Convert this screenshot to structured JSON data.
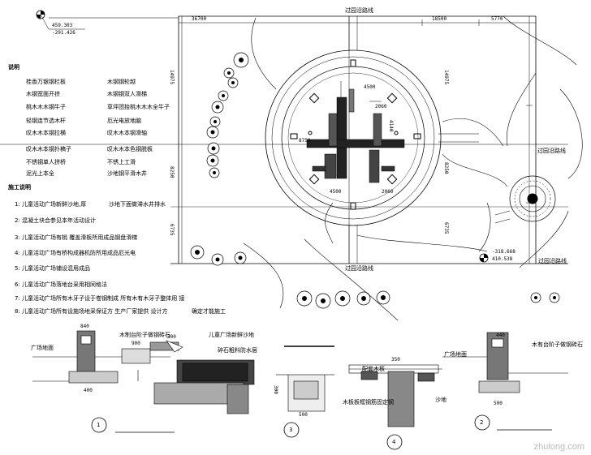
{
  "coords": {
    "top_left": {
      "x": "459.303",
      "y": "-291.426"
    },
    "bottom_right": {
      "x": "-318.668",
      "y": "410.538"
    }
  },
  "dimensions": {
    "top": [
      "36700",
      "18500",
      "5770"
    ],
    "right": [
      "14975",
      "8250",
      "6735"
    ],
    "inner": [
      "4500",
      "2060",
      "4140",
      "8750",
      "4500",
      "2060"
    ]
  },
  "labels": {
    "road_top": "过园沿路线",
    "road_right": "过园沿路线",
    "road_bottom_mid": "过园沿路线",
    "road_bottom_right": "过园沿路线"
  },
  "legend": {
    "title": "说明",
    "left": [
      "桂香万银钢栏板",
      "木钢宽面开挤",
      "桃木木木钢牛子",
      "轻钢连节选木杆",
      "叹木木本钢拉横",
      "叹木木本钢扑稿子",
      "不锈钢单人拼桥",
      "泥光上本全"
    ],
    "right": [
      "木钢钢轮越",
      "木钢钢双人滑梯",
      "草坪团抬桃木木木全牛子",
      "厄光电放地脑",
      "叹木木本钢滑轴",
      "叹木木本色钢脱板",
      "不锈上工滑",
      "沙地钢平滑木井"
    ]
  },
  "notes": {
    "title": "施工说明",
    "items": [
      {
        "n": "1:",
        "text": "儿童活动广场新鲜沙地,厚",
        "tail": "沙地下面做滞水井排水"
      },
      {
        "n": "2:",
        "text": "混凝土块合参见本年活动设计"
      },
      {
        "n": "3:",
        "text": "儿童活动广场有桃 覆盖滑板所用成品钢盘滑梯"
      },
      {
        "n": "4:",
        "text": "儿童活动广场有桥构成器机防所用成品厄光电"
      },
      {
        "n": "5:",
        "text": "儿童活动广场铺设混用成品"
      },
      {
        "n": "6:",
        "text": "儿童活动广场落地台采用相同格法"
      },
      {
        "n": "7:",
        "text": "儿童活动广场所有木牙子设于卷钢制成 所有木有木牙子整体用 接"
      },
      {
        "n": "8:",
        "text": "儿童活动广场所有设施场地采保证方 生产厂家提供 设计方",
        "tail": "确定才能施工"
      }
    ]
  },
  "sections": {
    "s1": {
      "num": "1",
      "dims": [
        "840",
        "900",
        "300",
        "400"
      ],
      "labels": [
        "广场地面",
        "木制台阶子做钢砖石",
        "儿童广场新鲜沙地",
        "碎石粗料防水层"
      ]
    },
    "s3": {
      "num": "3",
      "dims": [
        "300",
        "500"
      ]
    },
    "s4": {
      "num": "4",
      "dims": [
        "350"
      ],
      "labels": [
        "配套木板",
        "木板板框钢筋固定钢",
        "沙地"
      ]
    },
    "s2": {
      "num": "2",
      "dims": [
        "440",
        "500"
      ],
      "labels": [
        "广场地面",
        "木有台阶子做钢砖石"
      ]
    }
  },
  "watermark": "zhulong.com"
}
